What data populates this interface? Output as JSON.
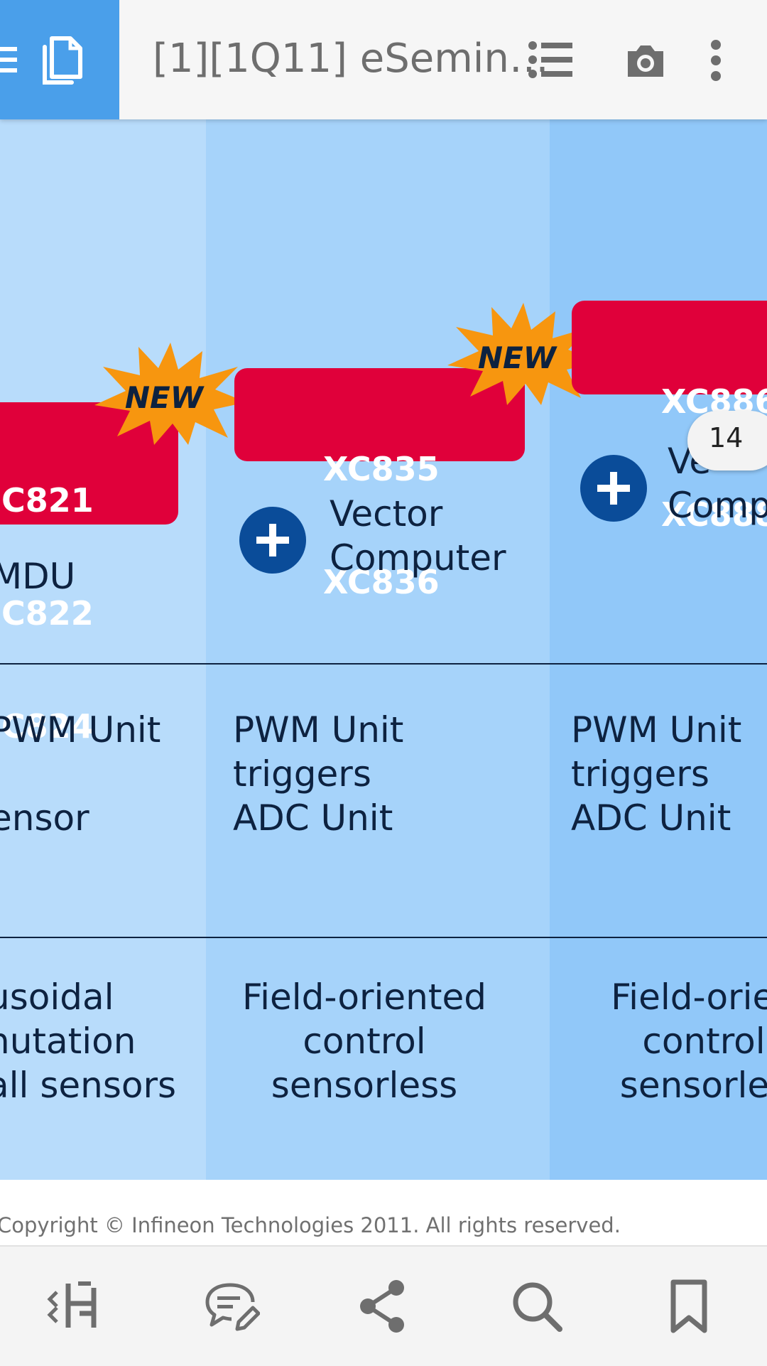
{
  "header": {
    "title": "[1][1Q11] eSemin…"
  },
  "slide": {
    "new_badge": "NEW",
    "columns": [
      {
        "chips": [
          "C821",
          "C822",
          "C824"
        ],
        "feature": "MDU",
        "trigger": "PWM Unit\n\nensor",
        "control": "usoidal\nnutation\nall sensors"
      },
      {
        "chips": [
          "XC835",
          "XC836"
        ],
        "feature": "Vector\nComputer",
        "trigger": "PWM Unit\ntriggers\nADC Unit",
        "control": "Field-oriented\ncontrol\nsensorless"
      },
      {
        "chips": [
          "XC886",
          "XC888"
        ],
        "feature": "Ve\nComp",
        "trigger": "PWM Unit\ntriggers\nADC Unit",
        "control": "Field-orien\ncontrol\nsensorles"
      }
    ],
    "copyright": "Copyright © Infineon Technologies 2011. All rights reserved."
  },
  "page_indicator": "14",
  "colors": {
    "col1": "#b8dcfb",
    "col2": "#a6d3fa",
    "col3": "#91c8f9",
    "chip_red": "#e0003a",
    "burst_orange": "#f7960f",
    "plus_blue": "#0a4c99",
    "text_navy": "#0d2240"
  },
  "icons": {
    "header": [
      "hamburger-icon",
      "pages-icon",
      "list-icon",
      "camera-icon",
      "more-vertical-icon"
    ],
    "bottom": [
      "reflow-icon",
      "comment-edit-icon",
      "share-icon",
      "search-icon",
      "bookmark-icon"
    ]
  }
}
